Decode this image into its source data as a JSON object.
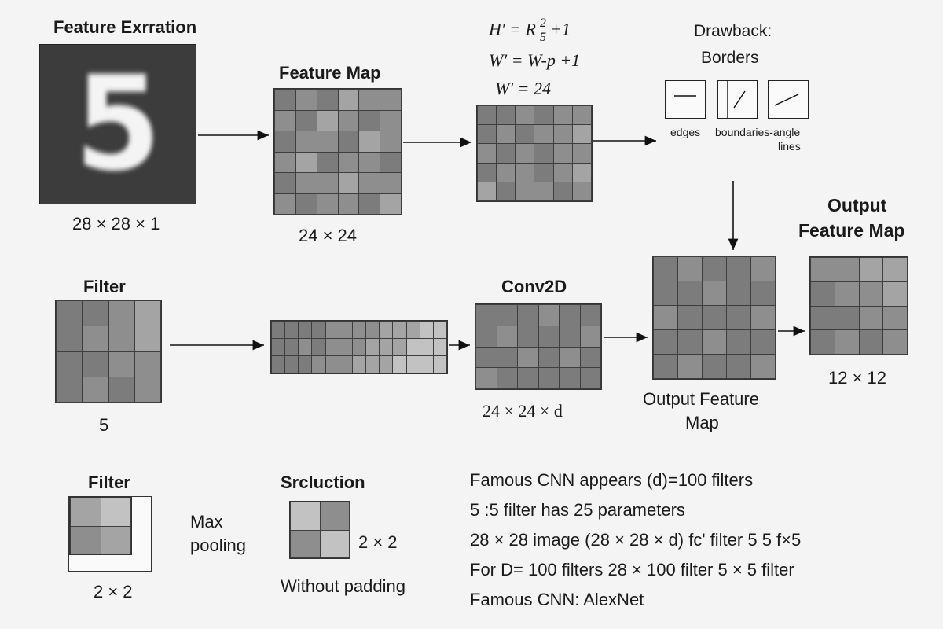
{
  "titles": {
    "feature_extraction": "Feature Exrration",
    "feature_map": "Feature Map",
    "drawback": "Drawback:",
    "borders": "Borders",
    "output_feature_map_line1": "Output",
    "output_feature_map_line2": "Feature Map",
    "filter_top": "Filter",
    "conv2d": "Conv2D",
    "filter_bottom": "Filter",
    "srcluction": "Srcluction"
  },
  "input_image": {
    "digit": "5",
    "size_label": "28 × 28 × 1"
  },
  "feature_map": {
    "size_label": "24 × 24"
  },
  "formulas": {
    "line1_lhs": "H′ = R",
    "line1_frac_num": "2",
    "line1_frac_den": "5",
    "line1_rhs": "+1",
    "line2": "W′ = W-p +1",
    "line3": "W′ = 24"
  },
  "drawback_icons": {
    "edges_label": "edges",
    "boundaries_label": "boundaries-angle",
    "lines_label": "lines"
  },
  "filter_top": {
    "size_label": "5"
  },
  "conv2d": {
    "size_label": "24 × 24 × d"
  },
  "output_middle": {
    "label_line1": "Output Feature",
    "label_line2": "Map"
  },
  "output_right": {
    "size_label": "12 × 12"
  },
  "filter_bottom": {
    "size_label": "2 × 2"
  },
  "max_pooling": {
    "line1": "Max",
    "line2": "pooling"
  },
  "srcluction": {
    "size_label": "2 × 2",
    "caption": "Without padding"
  },
  "notes": [
    "Famous CNN appears (d)=100  filters",
    "5 :5  filter has 25 parameters",
    "28 × 28  image (28 × 28 × d)  fc' filter 5 5 f×5",
    "For D= 100  filters   28 × 100 filter 5 × 5 filter",
    "Famous CNN: AlexNet"
  ],
  "colors": {
    "background": "#f4f4f4",
    "cell_dark": "#7e7e7e",
    "cell_light": "#b9b9b9",
    "line": "#111111"
  }
}
